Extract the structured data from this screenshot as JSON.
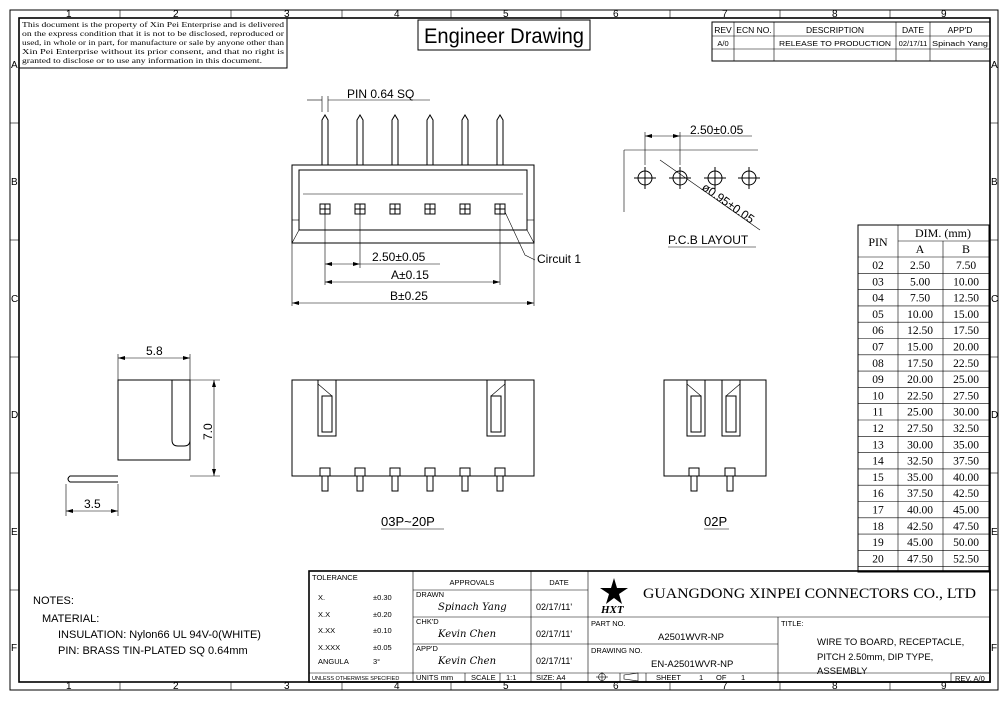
{
  "disclaimer": [
    "This document is the property of Xin Pei Enterprise and is delivered",
    "on the express condition that it is not to be disclosed, reproduced or",
    "used, in whole or in part, for manufacture or sale by anyone other than",
    "Xin Pei Enterprise without its prior consent, and that no right is",
    "granted to disclose or to use any information in this document."
  ],
  "header_title": "Engineer Drawing",
  "grid": {
    "columns": [
      "1",
      "2",
      "3",
      "4",
      "5",
      "6",
      "7",
      "8",
      "9"
    ],
    "rows": [
      "A",
      "B",
      "C",
      "D",
      "E",
      "F"
    ]
  },
  "revision": {
    "headers": [
      "REV",
      "ECN NO.",
      "DESCRIPTION",
      "DATE",
      "APP'D"
    ],
    "rows": [
      [
        "A/0",
        "",
        "RELEASE TO PRODUCTION",
        "02/17/11",
        "Spinach Yang"
      ]
    ]
  },
  "dims": {
    "pin": "PIN 0.64 SQ",
    "pitch": "2.50±0.05",
    "a": "A±0.15",
    "b": "B±0.25",
    "circuit": "Circuit 1",
    "pcb_pitch": "2.50±0.05",
    "hole": "ø0.95±0.05",
    "pcb_layout": "P.C.B LAYOUT",
    "side_w": "5.8",
    "side_h": "7.0",
    "side_tail": "3.5",
    "view_multi": "03P~20P",
    "view_two": "02P"
  },
  "dim_table": {
    "pin_header": "PIN",
    "group_header": "DIM. (mm)",
    "col_a": "A",
    "col_b": "B",
    "rows": [
      [
        "02",
        "2.50",
        "7.50"
      ],
      [
        "03",
        "5.00",
        "10.00"
      ],
      [
        "04",
        "7.50",
        "12.50"
      ],
      [
        "05",
        "10.00",
        "15.00"
      ],
      [
        "06",
        "12.50",
        "17.50"
      ],
      [
        "07",
        "15.00",
        "20.00"
      ],
      [
        "08",
        "17.50",
        "22.50"
      ],
      [
        "09",
        "20.00",
        "25.00"
      ],
      [
        "10",
        "22.50",
        "27.50"
      ],
      [
        "11",
        "25.00",
        "30.00"
      ],
      [
        "12",
        "27.50",
        "32.50"
      ],
      [
        "13",
        "30.00",
        "35.00"
      ],
      [
        "14",
        "32.50",
        "37.50"
      ],
      [
        "15",
        "35.00",
        "40.00"
      ],
      [
        "16",
        "37.50",
        "42.50"
      ],
      [
        "17",
        "40.00",
        "45.00"
      ],
      [
        "18",
        "42.50",
        "47.50"
      ],
      [
        "19",
        "45.00",
        "50.00"
      ],
      [
        "20",
        "47.50",
        "52.50"
      ]
    ]
  },
  "notes": {
    "title": "NOTES:",
    "material": "MATERIAL:",
    "insulation": "INSULATION: Nylon66 UL 94V-0(WHITE)",
    "pin": "PIN: BRASS TIN-PLATED SQ 0.64mm"
  },
  "tolerance": {
    "title": "TOLERANCE",
    "rows": [
      [
        "X.",
        "±0.30"
      ],
      [
        "X.X",
        "±0.20"
      ],
      [
        "X.XX",
        "±0.10"
      ],
      [
        "X.XXX",
        "±0.05"
      ],
      [
        "ANGULA",
        "3°"
      ]
    ],
    "footer": "UNLESS OTHERWISE SPECIFIED"
  },
  "approvals": {
    "title": "APPROVALS",
    "date_header": "DATE",
    "drawn_label": "DRAWN",
    "drawn_name": "Spinach Yang",
    "drawn_date": "02/17/11'",
    "chkd_label": "CHK'D",
    "chkd_name": "Kevin Chen",
    "chkd_date": "02/17/11'",
    "appd_label": "APP'D",
    "appd_name": "Kevin Chen",
    "appd_date": "02/17/11'"
  },
  "units_label": "UNITS mm",
  "scale_label": "SCALE",
  "scale_value": "1:1",
  "size_label": "SIZE: A4",
  "sheet_label": "SHEET",
  "sheet_num": "1",
  "of_label": "OF",
  "sheet_total": "1",
  "company": {
    "logo": "HXT",
    "name": "GUANGDONG XINPEI CONNECTORS CO., LTD"
  },
  "part_no_label": "PART NO.",
  "part_no": "A2501WVR-NP",
  "drawing_no_label": "DRAWING NO.",
  "drawing_no": "EN-A2501WVR-NP",
  "title_label": "TITLE:",
  "title_lines": [
    "WIRE TO BOARD, RECEPTACLE,",
    "PITCH 2.50mm, DIP TYPE,",
    "ASSEMBLY"
  ],
  "rev_box": "REV. A/0"
}
